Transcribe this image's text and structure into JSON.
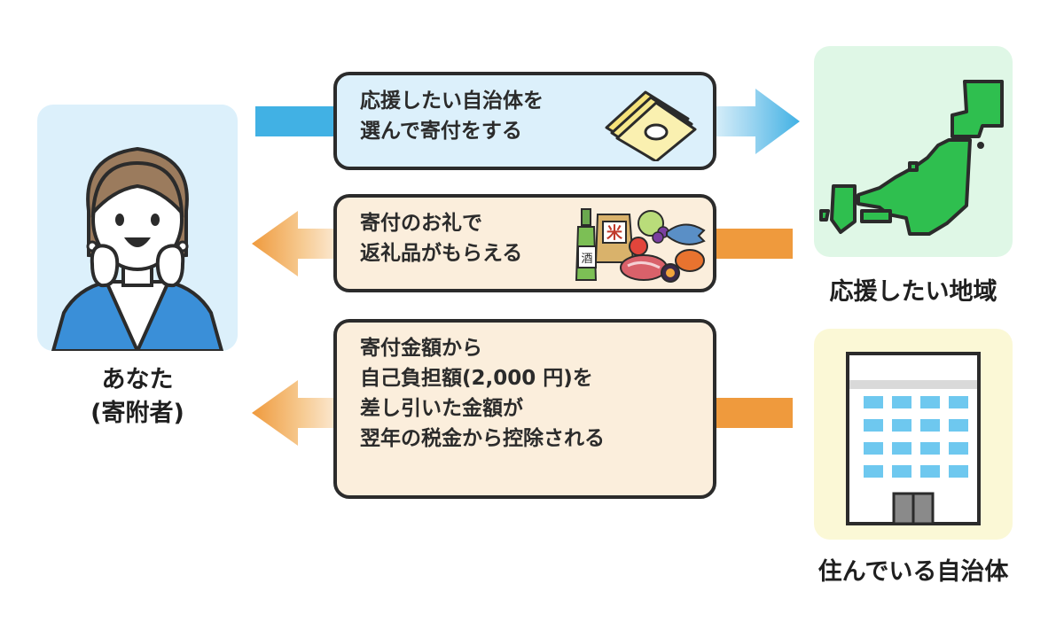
{
  "donor": {
    "label_line1": "あなた",
    "label_line2": "(寄附者)"
  },
  "region": {
    "label": "応援したい地域"
  },
  "municipality": {
    "label": "住んでいる自治体"
  },
  "flows": [
    {
      "lines": [
        "応援したい自治体を",
        "選んで寄付をする"
      ],
      "icon": "money-bills-icon"
    },
    {
      "lines": [
        "寄付のお礼で",
        "返礼品がもらえる"
      ],
      "icon": "gift-foods-icon",
      "food_labels": [
        "米",
        "酒"
      ]
    },
    {
      "lines": [
        "寄付金額から",
        "自己負担額(2,000 円)を",
        "差し引いた金額が",
        "翌年の税金から控除される"
      ]
    }
  ],
  "colors": {
    "blue_arrow": "#41b1e4",
    "orange_arrow": "#ef9a3d",
    "box1_fill": "#dcf0fb",
    "box_fill": "#fbeedc",
    "donor_panel": "#dcf0fb",
    "map_panel": "#dff7e6",
    "building_panel": "#fbf8d6",
    "japan_map": "#2fbf4f"
  }
}
